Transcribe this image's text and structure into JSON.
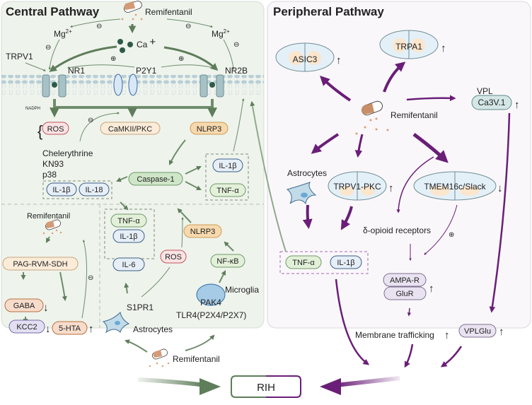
{
  "central": {
    "title": "Central Pathway",
    "color": "#5e7d5a",
    "drug": "Remifentanil",
    "mg_left": "Mg",
    "mg_right": "Mg",
    "mg_sup": "2+",
    "ca": "Ca",
    "ca_sup": "+",
    "trpv1": "TRPV1",
    "nr1": "NR1",
    "p2y1": "P2Y1",
    "nr2b": "NR2B",
    "nadph": "NADPH",
    "ros": "ROS",
    "camkii": "CaMKII/PKC",
    "nlrp3": "NLRP3",
    "inhibitors": [
      "Chelerythrine",
      "KN93",
      "p38"
    ],
    "caspase": "Caspase-1",
    "il1b": "IL-1β",
    "il18": "IL-18",
    "tnfa": "TNF-α",
    "lower": {
      "drug": "Remifentanil",
      "pag": "PAG-RVM-SDH",
      "gaba": "GABA",
      "kcc2": "KCC2",
      "hta": "5-HTA",
      "cytokines": [
        "TNF-α",
        "IL-1β",
        "IL-6"
      ],
      "ros": "ROS",
      "nlrp3": "NLRP3",
      "nfkb": "NF-κB",
      "s1pr1": "S1PR1",
      "astrocytes": "Astrocytes",
      "pak4": "PAK4",
      "microglia": "Microglia",
      "tlr4": "TLR4(P2X4/P2X7)",
      "drug2": "Remifentanil"
    }
  },
  "peripheral": {
    "title": "Peripheral Pathway",
    "color": "#6a1e77",
    "asic3": "ASIC3",
    "trpa1": "TRPA1",
    "vpl": "VPL",
    "ca3v1": "Ca3V.1",
    "drug": "Remifentanil",
    "astrocytes": "Astrocytes",
    "trpv1pkc": "TRPV1-PKC",
    "tmem": "TMEM16c/Slack",
    "delta": "δ-opioid receptors",
    "tnfa": "TNF-α",
    "il1b": "IL-1β",
    "ampa": "AMPA-R",
    "glur": "GluR",
    "trafficking": "Membrane trafficking",
    "vplglu": "VPLGlu"
  },
  "outcome": "RIH",
  "symbols": {
    "up": "↑",
    "down": "↓",
    "minus": "⊖",
    "plus": "⊕"
  }
}
